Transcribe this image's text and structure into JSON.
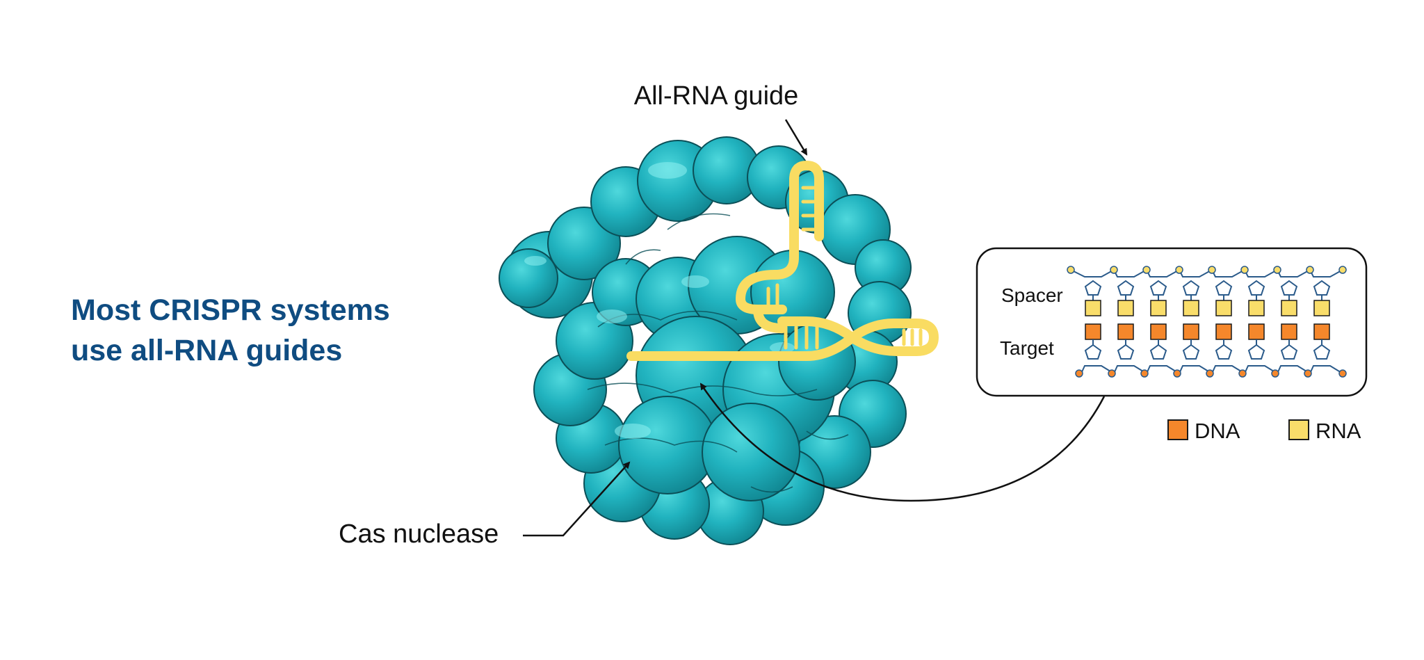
{
  "heading": {
    "line1": "Most CRISPR systems",
    "line2": "use all-RNA guides"
  },
  "labels": {
    "guide": "All-RNA guide",
    "nuclease": "Cas nuclease",
    "spacer": "Spacer",
    "target": "Target"
  },
  "legend": [
    {
      "name": "DNA",
      "color": "#f5872b"
    },
    {
      "name": "RNA",
      "color": "#f9dd6a"
    }
  ],
  "colors": {
    "protein": "#1aa4b2",
    "protein_light": "#3fd0d6",
    "protein_dark": "#117b86",
    "guide_rna": "#f9dc62",
    "heading": "#0f4c81"
  },
  "inset": {
    "pair_count": 8,
    "spacer_type": "RNA",
    "target_type": "DNA"
  }
}
